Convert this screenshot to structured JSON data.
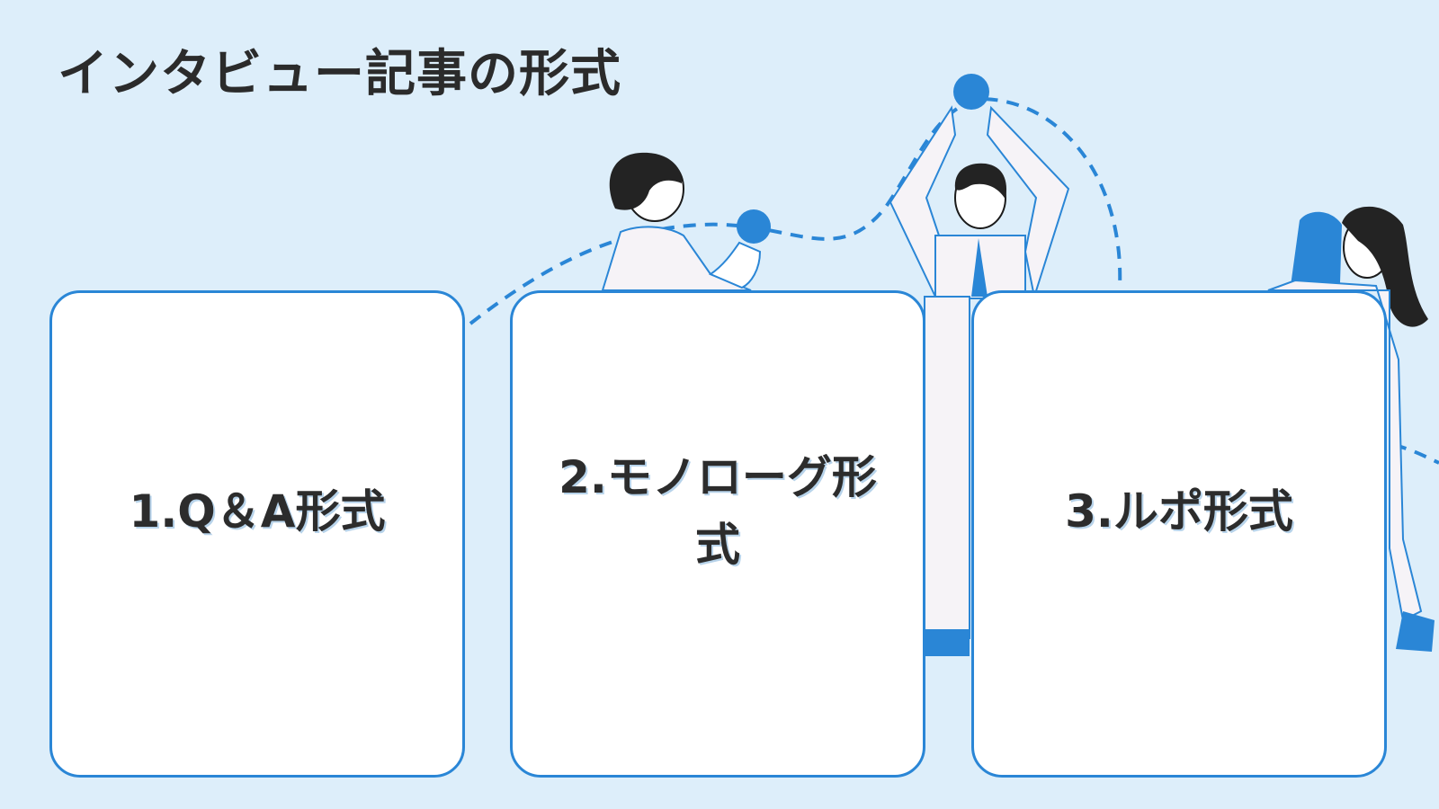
{
  "slide": {
    "title": "インタビュー記事の形式"
  },
  "cards": [
    {
      "label": "1.Q＆A形式"
    },
    {
      "label": "2.モノローグ形式"
    },
    {
      "label": "3.ルポ形式"
    }
  ],
  "colors": {
    "background": "#ddeefa",
    "accent": "#2a86d6",
    "card": "#ffffff",
    "text": "#2c2c2c"
  }
}
